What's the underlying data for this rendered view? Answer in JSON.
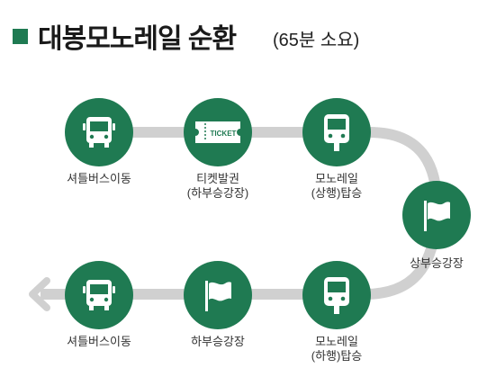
{
  "header": {
    "title": "대봉모노레일 순환",
    "subtitle": "(65분 소요)",
    "accent_color": "#1f7a52"
  },
  "route": {
    "line_color": "#d0d0d0",
    "direction": "left-arrow"
  },
  "nodes": [
    {
      "id": "shuttle-top",
      "icon": "bus-icon",
      "label": [
        "셔틀버스이동"
      ]
    },
    {
      "id": "ticket",
      "icon": "ticket-icon",
      "icon_text": "TICKET",
      "label": [
        "티켓발권",
        "(하부승강장)"
      ]
    },
    {
      "id": "mono-up",
      "icon": "monorail-icon",
      "label": [
        "모노레일",
        "(상행)탑승"
      ]
    },
    {
      "id": "upper-station",
      "icon": "flag-icon",
      "label": [
        "상부승강장"
      ]
    },
    {
      "id": "mono-down",
      "icon": "monorail-icon",
      "label": [
        "모노레일",
        "(하행)탑승"
      ]
    },
    {
      "id": "lower-station",
      "icon": "flag-icon",
      "label": [
        "하부승강장"
      ]
    },
    {
      "id": "shuttle-bottom",
      "icon": "bus-icon",
      "label": [
        "셔틀버스이동"
      ]
    }
  ]
}
